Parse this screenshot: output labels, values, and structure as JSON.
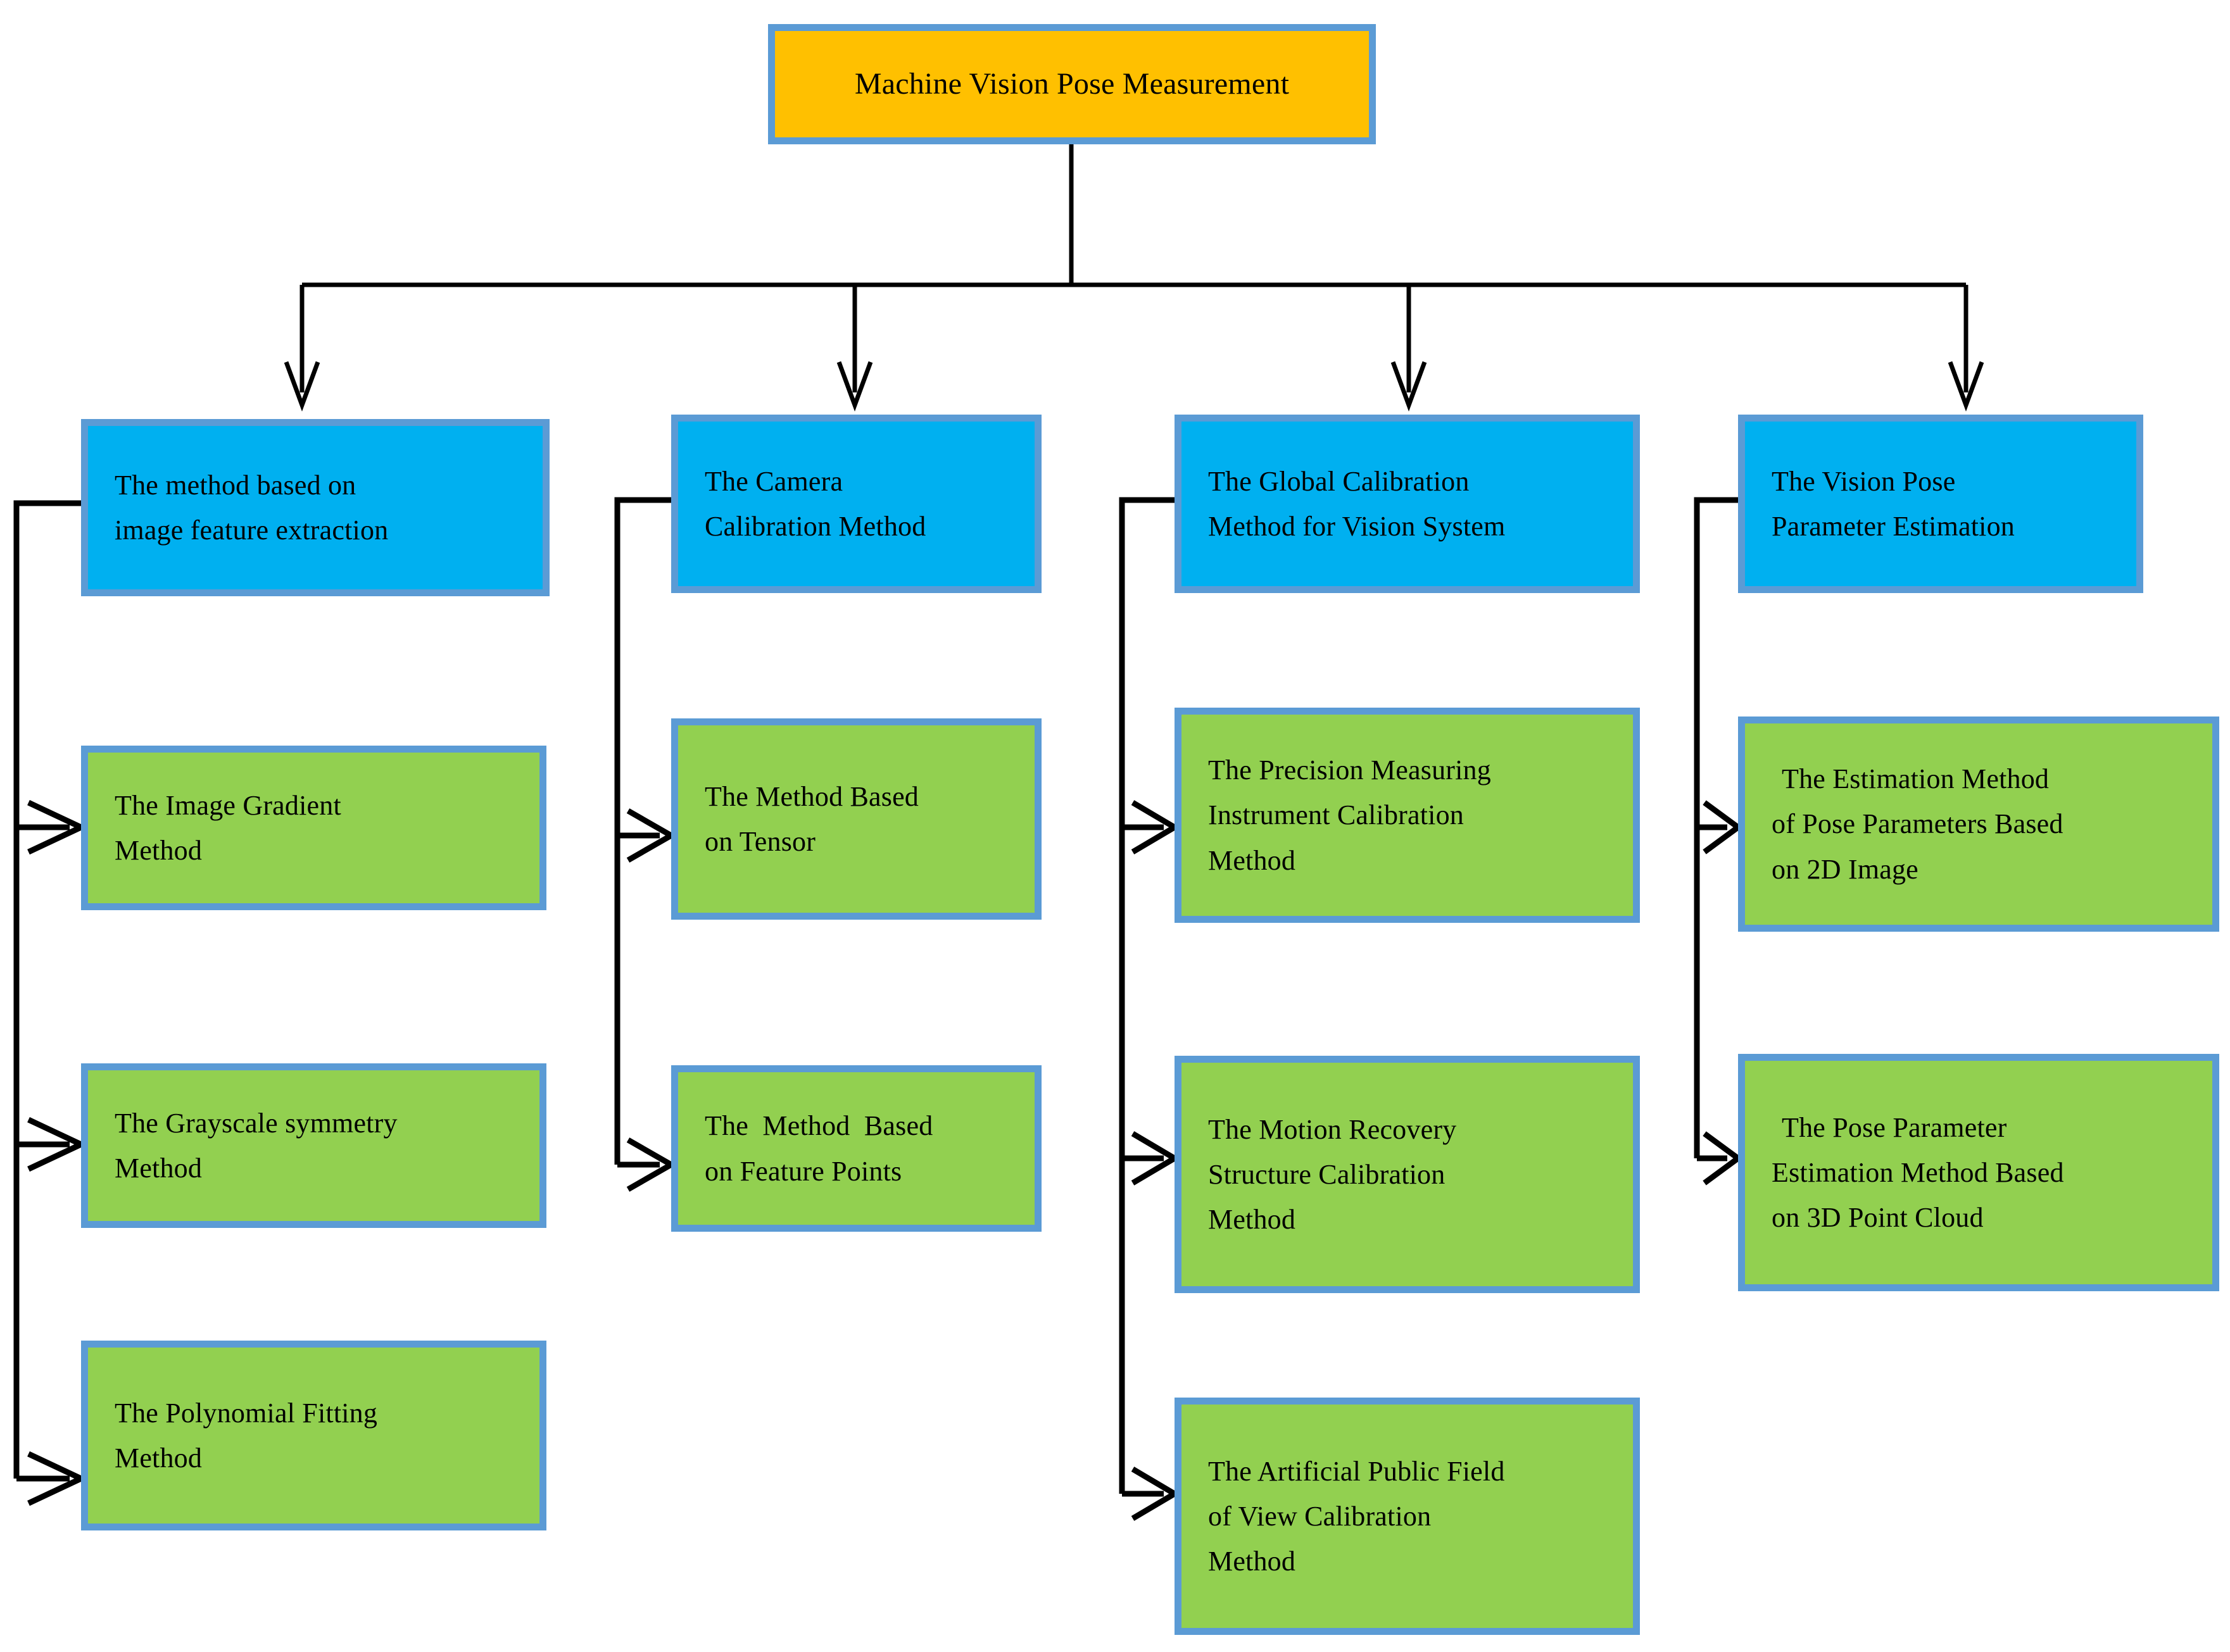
{
  "diagram": {
    "title": "Machine Vision Pose Measurement taxonomy",
    "colors": {
      "root_fill": "#FFC000",
      "category_fill": "#00B0F0",
      "leaf_fill": "#92D050",
      "border": "#5B9BD5",
      "connector": "#000000",
      "background": "#FFFFFF"
    },
    "root": {
      "label": "Machine Vision Pose Measurement"
    },
    "branches": [
      {
        "id": "image-feature-extraction",
        "label_lines": [
          "The method based on",
          "image feature extraction"
        ],
        "children": [
          {
            "id": "image-gradient",
            "label_lines": [
              "The Image Gradient",
              "Method"
            ]
          },
          {
            "id": "grayscale-symmetry",
            "label_lines": [
              "The Grayscale symmetry",
              "Method"
            ]
          },
          {
            "id": "polynomial-fitting",
            "label_lines": [
              "The Polynomial Fitting",
              "Method"
            ]
          }
        ]
      },
      {
        "id": "camera-calibration",
        "label_lines": [
          "The Camera",
          "Calibration Method"
        ],
        "children": [
          {
            "id": "based-on-tensor",
            "label_lines": [
              "The Method Based",
              "on Tensor"
            ]
          },
          {
            "id": "based-on-feature-points",
            "label_lines": [
              "The  Method  Based",
              "on Feature Points"
            ]
          }
        ]
      },
      {
        "id": "global-calibration-vision-system",
        "label_lines": [
          "The Global Calibration",
          "Method for Vision System"
        ],
        "children": [
          {
            "id": "precision-measuring-instrument",
            "label_lines": [
              "The Precision Measuring",
              "Instrument Calibration",
              "Method"
            ]
          },
          {
            "id": "motion-recovery-structure",
            "label_lines": [
              "The Motion Recovery",
              "Structure Calibration",
              "Method"
            ]
          },
          {
            "id": "artificial-public-field-of-view",
            "label_lines": [
              "The Artificial Public Field",
              "of View Calibration",
              "Method"
            ]
          }
        ]
      },
      {
        "id": "vision-pose-parameter-estimation",
        "label_lines": [
          "The Vision Pose",
          "Parameter Estimation"
        ],
        "children": [
          {
            "id": "pose-params-2d-image",
            "label_lines": [
              "The Estimation Method",
              "of Pose Parameters Based",
              "on 2D Image"
            ]
          },
          {
            "id": "pose-params-3d-point-cloud",
            "label_lines": [
              "The Pose Parameter",
              "Estimation Method Based",
              "on 3D Point Cloud"
            ]
          }
        ]
      }
    ]
  }
}
